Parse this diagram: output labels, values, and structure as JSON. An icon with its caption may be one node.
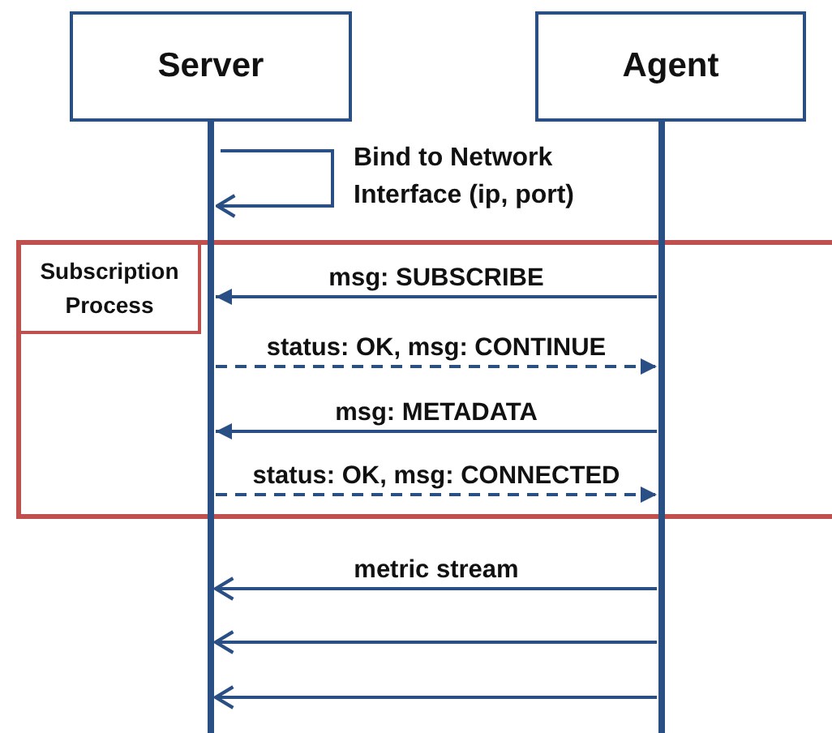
{
  "diagram": {
    "nodes": [
      {
        "text": [
          "Server"
        ]
      },
      {
        "text": [
          "Agent"
        ]
      },
      {
        "text": [
          "Subscription Process"
        ]
      }
    ],
    "edges": [
      {
        "from": 0,
        "to": 0,
        "arrow": "to",
        "label": "Bind to Network Interface (ip, port)"
      },
      {
        "from": 1,
        "to": 0,
        "arrow": "to",
        "label": "msg: SUBSCRIBE"
      },
      {
        "from": 0,
        "to": 1,
        "arrow": "to",
        "label": "status: OK, msg: CONTINUE",
        "style": "dashed"
      },
      {
        "from": 1,
        "to": 0,
        "arrow": "to",
        "label": "msg: METADATA"
      },
      {
        "from": 0,
        "to": 1,
        "arrow": "to",
        "label": "status: OK, msg: CONNECTED",
        "style": "dashed"
      },
      {
        "from": 1,
        "to": 0,
        "arrow": "to",
        "label": "metric stream"
      },
      {
        "from": 1,
        "to": 0,
        "arrow": "to"
      },
      {
        "from": 1,
        "to": 0,
        "arrow": "to"
      }
    ]
  }
}
